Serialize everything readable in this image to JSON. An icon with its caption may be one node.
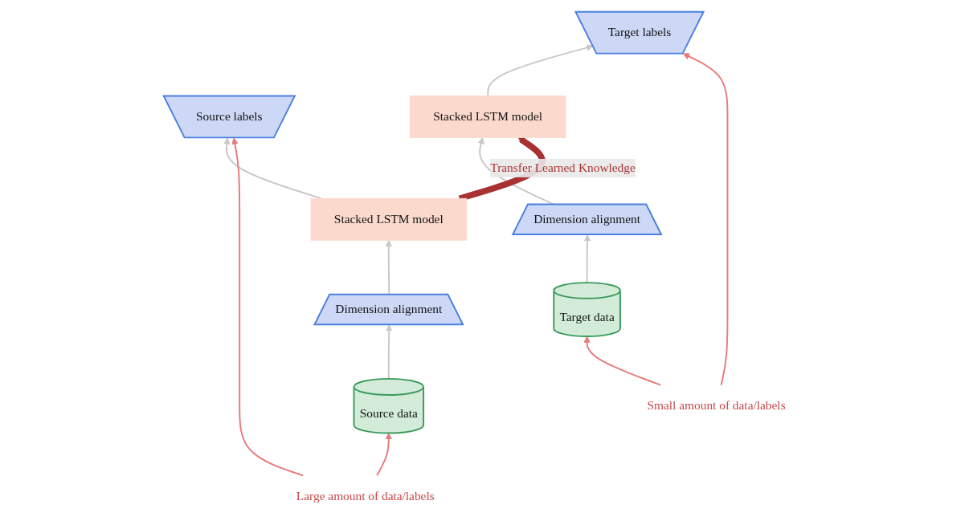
{
  "diagram": {
    "nodes": [
      {
        "text": [
          "Source labels"
        ]
      },
      {
        "text": [
          "Stacked LSTM model"
        ]
      },
      {
        "text": [
          "Dimension alignment"
        ]
      },
      {
        "text": [
          "Source data"
        ]
      },
      {
        "text": [
          "Target labels"
        ]
      },
      {
        "text": [
          "Stacked LSTM model"
        ]
      },
      {
        "text": [
          "Dimension alignment"
        ]
      },
      {
        "text": [
          "Target data"
        ]
      },
      {
        "text": [
          "Large amount of data/labels"
        ]
      },
      {
        "text": [
          "Small amount of data/labels"
        ]
      }
    ],
    "edges": [
      {
        "from": 3,
        "to": 2,
        "arrow": "to"
      },
      {
        "from": 2,
        "to": 1,
        "arrow": "to"
      },
      {
        "from": 1,
        "to": 0,
        "arrow": "to"
      },
      {
        "from": 7,
        "to": 6,
        "arrow": "to"
      },
      {
        "from": 6,
        "to": 5,
        "arrow": "to"
      },
      {
        "from": 5,
        "to": 4,
        "arrow": "to"
      },
      {
        "from": 8,
        "to": 0,
        "arrow": "to",
        "color": "#e87a7a"
      },
      {
        "from": 8,
        "to": 3,
        "arrow": "to",
        "color": "#e87a7a"
      },
      {
        "from": 9,
        "to": 4,
        "arrow": "to",
        "color": "#e87a7a"
      },
      {
        "from": 9,
        "to": 7,
        "arrow": "to",
        "color": "#e87a7a"
      },
      {
        "from": 1,
        "to": 5,
        "arrow": "to",
        "label": "Transfer Learned Knowledge",
        "style": "thick",
        "color": "#a83232"
      }
    ]
  }
}
